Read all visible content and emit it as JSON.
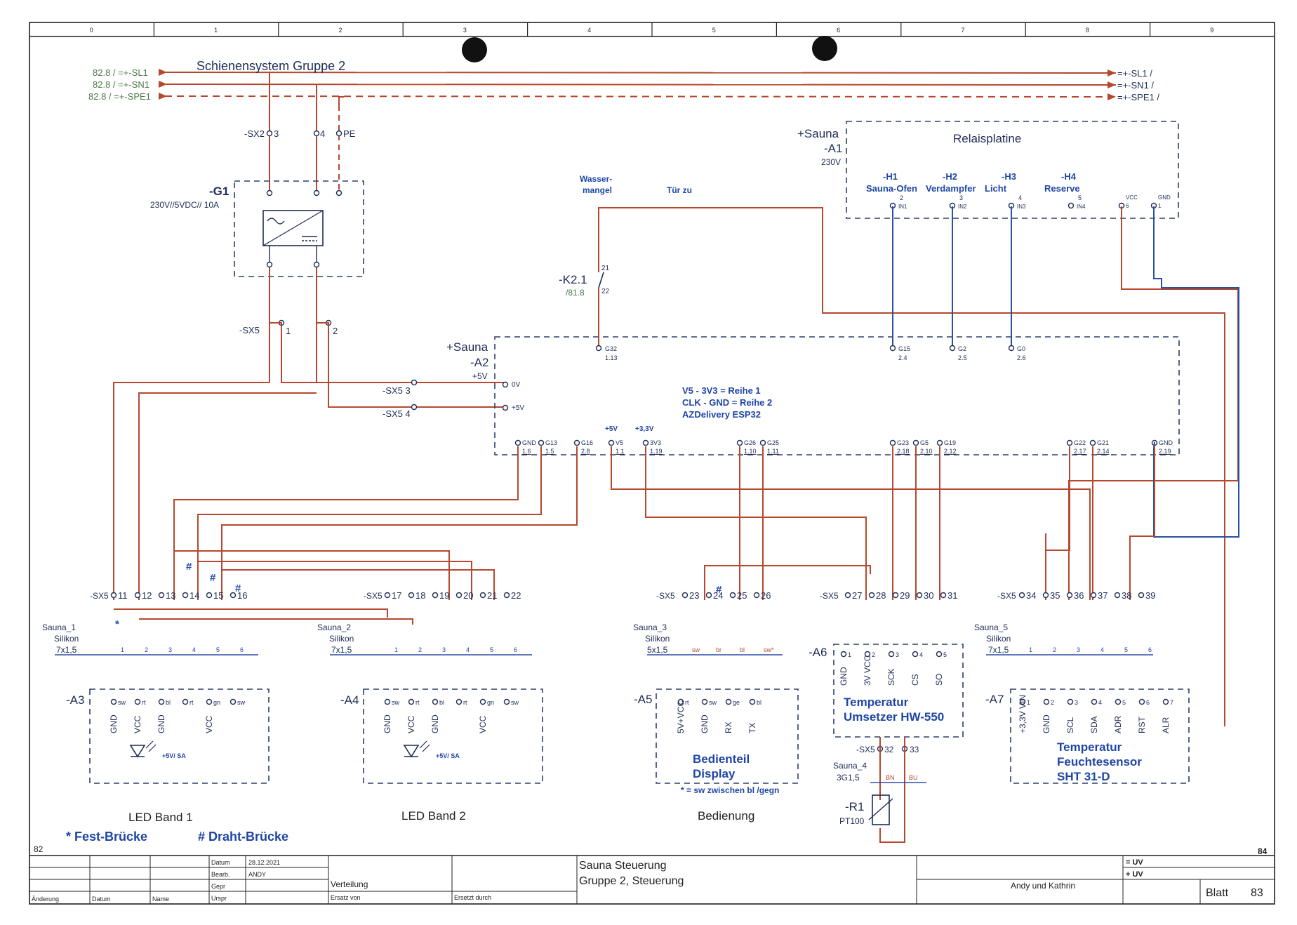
{
  "columns": [
    "0",
    "1",
    "2",
    "3",
    "4",
    "5",
    "6",
    "7",
    "8",
    "9"
  ],
  "rails": {
    "title": "Schienensystem Gruppe 2",
    "left_sl1": "82.8 / =+-SL1",
    "left_sn1": "82.8 / =+-SN1",
    "left_spe1": "82.8 / =+-SPE1",
    "right_sl1": "=+-SL1 /",
    "right_sn1": "=+-SN1 /",
    "right_spe1": "=+-SPE1 /"
  },
  "power_supply": {
    "tag": "-G1",
    "rating": "230V//5VDC// 10A",
    "sx2": "-SX2",
    "sx2_pin3": "3",
    "sx2_pin4": "4",
    "sx2_pinpe": "PE",
    "sx5": "-SX5",
    "sx5_pin1": "1",
    "sx5_pin2": "2"
  },
  "esp32": {
    "location": "+Sauna",
    "tag": "-A2",
    "supply": "+5V",
    "sx5_a": "-SX5  3",
    "sx5_b": "-SX5  4",
    "pin_0v": "0V",
    "pin_5v": "+5V",
    "note1": "V5 - 3V3 = Reihe 1",
    "note2": "CLK - GND = Reihe 2",
    "model": "AZDelivery ESP32",
    "marker_5v": "+5V",
    "marker_3v3": "+3,3V",
    "g32": "G32",
    "g32_sub": "1.13",
    "g15": "G15",
    "g15_sub": "2.4",
    "g2": "G2",
    "g2_sub": "2.5",
    "g0": "G0",
    "g0_sub": "2.6",
    "bottom_pins": [
      {
        "name": "GND",
        "sub": "1.6"
      },
      {
        "name": "G13",
        "sub": "1.5"
      },
      {
        "name": "G16",
        "sub": "2.8"
      },
      {
        "name": "V5",
        "sub": "1.1"
      },
      {
        "name": "3V3",
        "sub": "1.19"
      },
      {
        "name": "G26",
        "sub": "1.10"
      },
      {
        "name": "G25",
        "sub": "1.11"
      },
      {
        "name": "G23",
        "sub": "2.18"
      },
      {
        "name": "G5",
        "sub": "2.10"
      },
      {
        "name": "G19",
        "sub": "2.12"
      },
      {
        "name": "G22",
        "sub": "2.17"
      },
      {
        "name": "G21",
        "sub": "2.14"
      },
      {
        "name": "GND",
        "sub": "2.19"
      }
    ]
  },
  "relay_board": {
    "location": "+Sauna",
    "tag": "-A1",
    "voltage": "230V",
    "title": "Relaisplatine",
    "outputs": [
      {
        "tag": "-H1",
        "name": "Sauna-Ofen",
        "num": "2",
        "input": "IN1"
      },
      {
        "tag": "-H2",
        "name": "Verdampfer",
        "num": "3",
        "input": "IN2"
      },
      {
        "tag": "-H3",
        "name": "Licht",
        "num": "4",
        "input": "IN3"
      },
      {
        "tag": "-H4",
        "name": "Reserve",
        "num": "5",
        "input": "IN4"
      }
    ],
    "vcc": {
      "label": "VCC",
      "num": "6"
    },
    "gnd": {
      "label": "GND",
      "num": "1"
    }
  },
  "contact": {
    "water1": "Wasser-",
    "water2": "mangel",
    "door": "Tür zu",
    "tag": "-K2.1",
    "ref": "/81.8",
    "pin21": "21",
    "pin22": "22"
  },
  "bridges": {
    "hash": "#",
    "star": "*"
  },
  "terminal_groups": [
    {
      "label": "-SX5",
      "pins": [
        "11",
        "12",
        "13",
        "14",
        "15",
        "16"
      ]
    },
    {
      "label": "-SX5",
      "pins": [
        "17",
        "18",
        "19",
        "20",
        "21",
        "22"
      ]
    },
    {
      "label": "-SX5",
      "pins": [
        "23",
        "24",
        "25",
        "26"
      ]
    },
    {
      "label": "-SX5",
      "pins": [
        "27",
        "28",
        "29",
        "30",
        "31"
      ]
    },
    {
      "label": "-SX5",
      "pins": [
        "34",
        "35",
        "36",
        "37",
        "38",
        "39"
      ]
    }
  ],
  "cables": [
    {
      "name": "Sauna_1",
      "type": "Silikon",
      "spec": "7x1,5",
      "cores": [
        "1",
        "2",
        "3",
        "4",
        "5",
        "6"
      ]
    },
    {
      "name": "Sauna_2",
      "type": "Silikon",
      "spec": "7x1,5",
      "cores": [
        "1",
        "2",
        "3",
        "4",
        "5",
        "6"
      ]
    },
    {
      "name": "Sauna_3",
      "type": "Silikon",
      "spec": "5x1,5",
      "cores": [
        "sw",
        "br",
        "bl",
        "sw*"
      ]
    },
    {
      "name": "Sauna_5",
      "type": "Silikon",
      "spec": "7x1,5",
      "cores": [
        "1",
        "2",
        "3",
        "4",
        "5",
        "6"
      ]
    }
  ],
  "components": [
    {
      "tag": "-A3",
      "pins": [
        "sw",
        "rt",
        "bl",
        "rt",
        "gn",
        "sw"
      ],
      "signals": [
        "GND",
        "VCC",
        "GND",
        "",
        "VCC",
        ""
      ],
      "note": "+5V/ SA"
    },
    {
      "tag": "-A4",
      "pins": [
        "sw",
        "rt",
        "bl",
        "rt",
        "gn",
        "sw"
      ],
      "signals": [
        "GND",
        "VCC",
        "GND",
        "",
        "VCC",
        ""
      ],
      "note": "+5V/ SA"
    },
    {
      "tag": "-A5",
      "pins": [
        "rt",
        "sw",
        "ge",
        "bl"
      ],
      "signals": [
        "5V+VCC",
        "GND",
        "RX",
        "TX"
      ],
      "title1": "Bedienteil",
      "title2": "Display"
    },
    {
      "tag": "-A6",
      "pins": [
        "1",
        "2",
        "3",
        "4",
        "5"
      ],
      "signals": [
        "GND",
        "3V VCC",
        "SCK",
        "CS",
        "SO"
      ],
      "title1": "Temperatur",
      "title2": "Umsetzer HW-550"
    },
    {
      "tag": "-A7",
      "pins": [
        "1",
        "2",
        "3",
        "4",
        "5",
        "6",
        "7"
      ],
      "signals": [
        "+3,3V VIN",
        "GND",
        "SCL",
        "SDA",
        "ADR",
        "RST",
        "ALR"
      ],
      "title1": "Temperatur",
      "title2": "Feuchtesensor",
      "title3": "SHT 31-D"
    }
  ],
  "display": {
    "note": "* = sw zwischen bl /gegn"
  },
  "pt100": {
    "sx5": "-SX5",
    "pin32": "32",
    "pin33": "33",
    "cable_name": "Sauna_4",
    "cable_spec": "3G1,5",
    "core_bn": "BN",
    "core_bu": "BU",
    "tag": "-R1",
    "type": "PT100"
  },
  "captions": {
    "led1": "LED Band 1",
    "led2": "LED Band 2",
    "bedienung": "Bedienung"
  },
  "legend": {
    "fixed": "* Fest-Brücke",
    "wire": "# Draht-Brücke"
  },
  "title_block": {
    "prev_page": "82",
    "next_page": "84",
    "row_labels": [
      "Datum",
      "Bearb.",
      "Gepr",
      "Urspr"
    ],
    "date": "28.12.2021",
    "author": "ANDY",
    "col_headers": [
      "Änderung",
      "Datum",
      "Name"
    ],
    "distribution": "Verteilung",
    "replaced_from": "Ersatz von",
    "replaced_by": "Ersetzt durch",
    "title1": "Sauna Steuerung",
    "title2": "Gruppe 2, Steuerung",
    "owner": "Andy und Kathrin",
    "uv1": "= UV",
    "uv2": "+ UV",
    "sheet_label": "Blatt",
    "sheet_no": "83"
  }
}
